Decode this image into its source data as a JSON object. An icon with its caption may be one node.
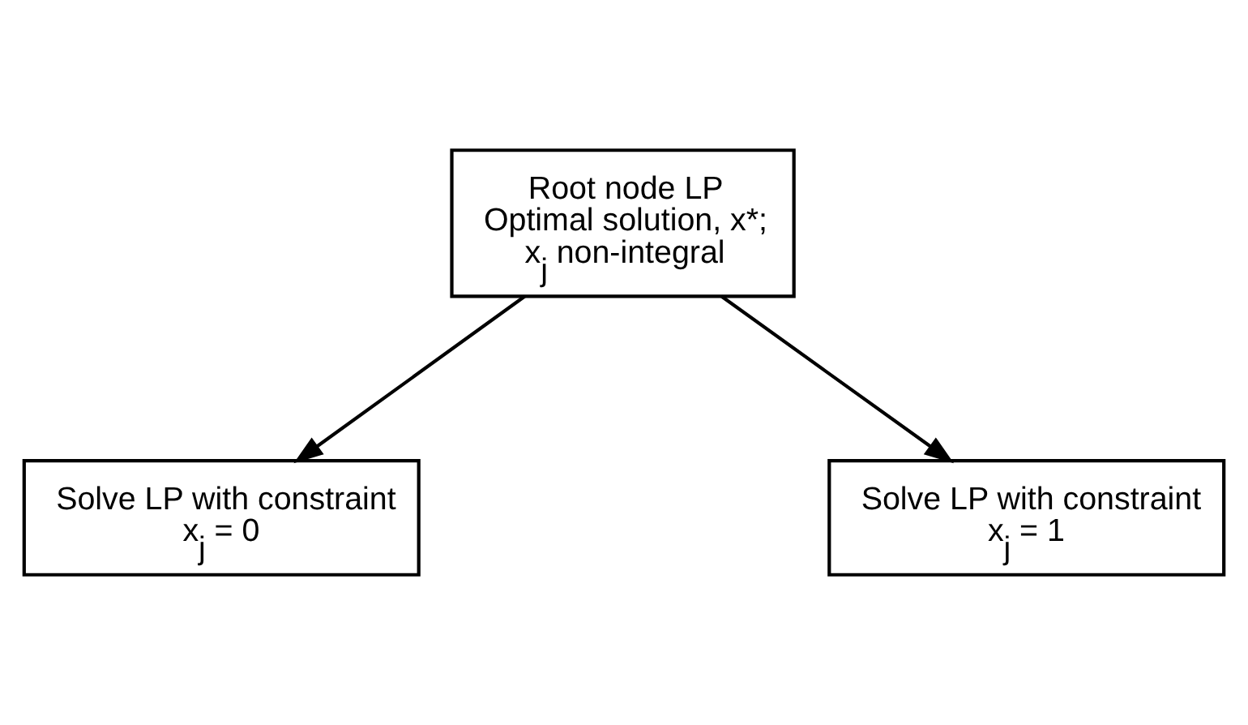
{
  "diagram": {
    "nodes": [
      {
        "text": [
          "Root node LP",
          "Optimal solution, x*;",
          "x$_{j}$ non-integral"
        ]
      },
      {
        "text": [
          "Solve LP with constraint",
          "x$_{j}$ = 0"
        ]
      },
      {
        "text": [
          "Solve LP with constraint",
          "x$_{j}$ = 1"
        ]
      }
    ],
    "edges": [
      {
        "from": 0,
        "to": 1,
        "arrow": "to"
      },
      {
        "from": 0,
        "to": 2,
        "arrow": "to"
      }
    ]
  }
}
